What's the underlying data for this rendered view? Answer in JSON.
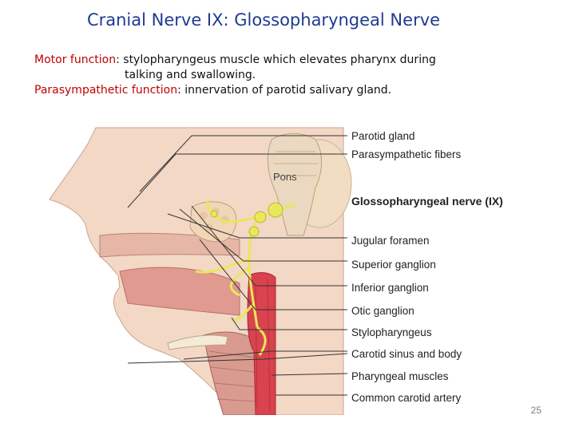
{
  "slide": {
    "title": "Cranial Nerve IX: Glossopharyngeal Nerve",
    "motor_label": "Motor function",
    "motor_text": ": stylopharyngeus muscle which elevates pharynx during",
    "motor_text_cont": "talking and swallowing.",
    "para_label": "Parasympathetic function",
    "para_text": ": innervation of parotid salivary gland.",
    "page_number": "25"
  },
  "figure": {
    "pons_label": "Pons",
    "labels": [
      "Parotid gland",
      "Parasympathetic fibers",
      "Glossopharyngeal nerve (IX)",
      "Jugular foramen",
      "Superior ganglion",
      "Inferior ganglion",
      "Otic ganglion",
      "Stylopharyngeus",
      "Carotid sinus and body",
      "Pharyngeal muscles",
      "Common carotid artery"
    ],
    "colors": {
      "nerve": "#e8e85a",
      "artery": "#d9434d",
      "skin": "#f3d8c6",
      "muscle": "#d99a8f",
      "brainstem": "#ead9c0"
    }
  }
}
